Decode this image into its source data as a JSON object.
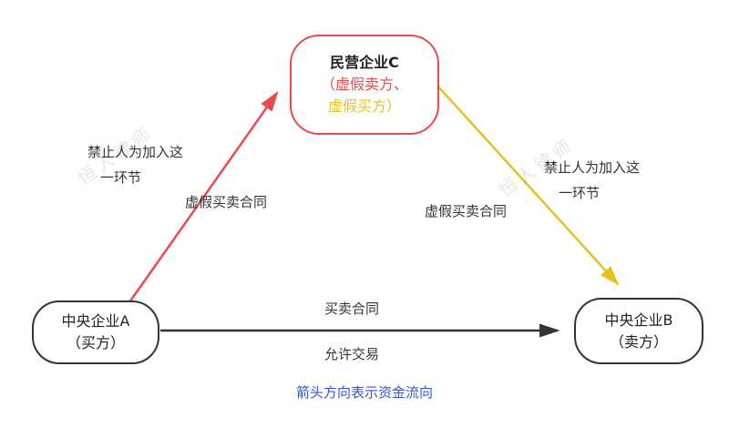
{
  "diagram": {
    "caption": "箭头方向表示资金流向",
    "watermark": "恒人律师",
    "nodes": {
      "company_c": {
        "title": "民营企业C",
        "sub_line1": "（虚假卖方、",
        "sub_line2": "虚假买方）"
      },
      "company_a": {
        "line1": "中央企业A",
        "line2": "（买方）"
      },
      "company_b": {
        "line1": "中央企业B",
        "line2": "（卖方）"
      }
    },
    "edges": {
      "a_to_c": {
        "ban_line1": "禁止人为加入这",
        "ban_line2": "一环节",
        "label": "虚假买卖合同"
      },
      "c_to_b": {
        "label": "虚假买卖合同",
        "ban_line1": "禁止人为加入这",
        "ban_line2": "一环节"
      },
      "a_to_b": {
        "label_top": "买卖合同",
        "label_bottom": "允许交易"
      }
    },
    "colors": {
      "red": "#e84b4b",
      "yellow": "#e5c220",
      "black": "#333333",
      "blue": "#3356d6"
    }
  }
}
